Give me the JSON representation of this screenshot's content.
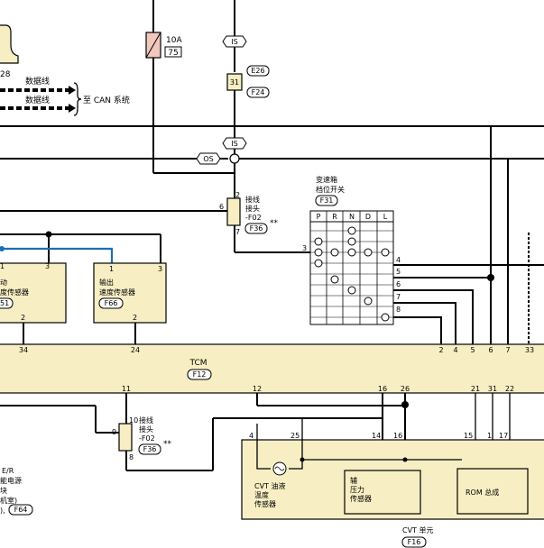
{
  "fuse": {
    "rating": "10A",
    "number": "75"
  },
  "connectors": {
    "is_top": "IS",
    "is_mid": "IS",
    "os": "OS",
    "e26": "E26",
    "f24": "F24",
    "pin31": "31",
    "f36_a": "F36",
    "f36_b": "F36",
    "f31": "F31",
    "f66": "F66",
    "f51": "51",
    "f12": "F12",
    "f64": "F64",
    "f16": "F16",
    "pin28": "28"
  },
  "data_lines": {
    "line1": "数据线",
    "line2": "数据线",
    "can_label": "至 CAN 系统"
  },
  "joint_top": {
    "line1": "接线",
    "line2": "接头",
    "line3": "-F02",
    "mark": "**"
  },
  "joint_bottom": {
    "line1": "接线",
    "line2": "接头",
    "line3": "-F02",
    "mark": "**"
  },
  "switch": {
    "title1": "变速箱",
    "title2": "档位开关",
    "cols": [
      "P",
      "R",
      "N",
      "D",
      "L"
    ]
  },
  "sensors": {
    "output_l1": "输出",
    "output_l2": "速度传感器",
    "input_l1": "动",
    "input_l2": "度传感器"
  },
  "tcm": {
    "label": "TCM"
  },
  "cvt": {
    "unit": "CVT 单元",
    "fluid_l1": "CVT 油液",
    "fluid_l2": "温度",
    "fluid_l3": "传感器",
    "aux_l1": "辅",
    "aux_l2": "压力",
    "aux_l3": "传感器",
    "rom": "ROM 总成"
  },
  "er": {
    "l1": "E/R",
    "l2": "能电源",
    "l3": "块",
    "l4": "机室)",
    "l5": "),"
  },
  "pins": {
    "j_top_2": "2",
    "j_top_6": "6",
    "j_top_7": "7",
    "sw_3": "3",
    "sw_4": "4",
    "sw_5": "5",
    "sw_6": "6",
    "sw_7": "7",
    "sw_8": "8",
    "in_1": "1",
    "in_3": "3",
    "in_2": "2",
    "out_1": "1",
    "out_3": "3",
    "out_2": "2",
    "tcm_top": [
      "34",
      "24",
      "2",
      "4",
      "5",
      "6",
      "7",
      "33"
    ],
    "tcm_bot": [
      "11",
      "12",
      "16",
      "26",
      "21",
      "31",
      "22"
    ],
    "j_bot_10": "10",
    "j_bot_9": "9",
    "j_bot_8": "8",
    "cvt_4": "4",
    "cvt_25": "25",
    "cvt_14": "14",
    "cvt_16": "16",
    "cvt_15": "15",
    "cvt_1": "1",
    "cvt_17": "17"
  }
}
